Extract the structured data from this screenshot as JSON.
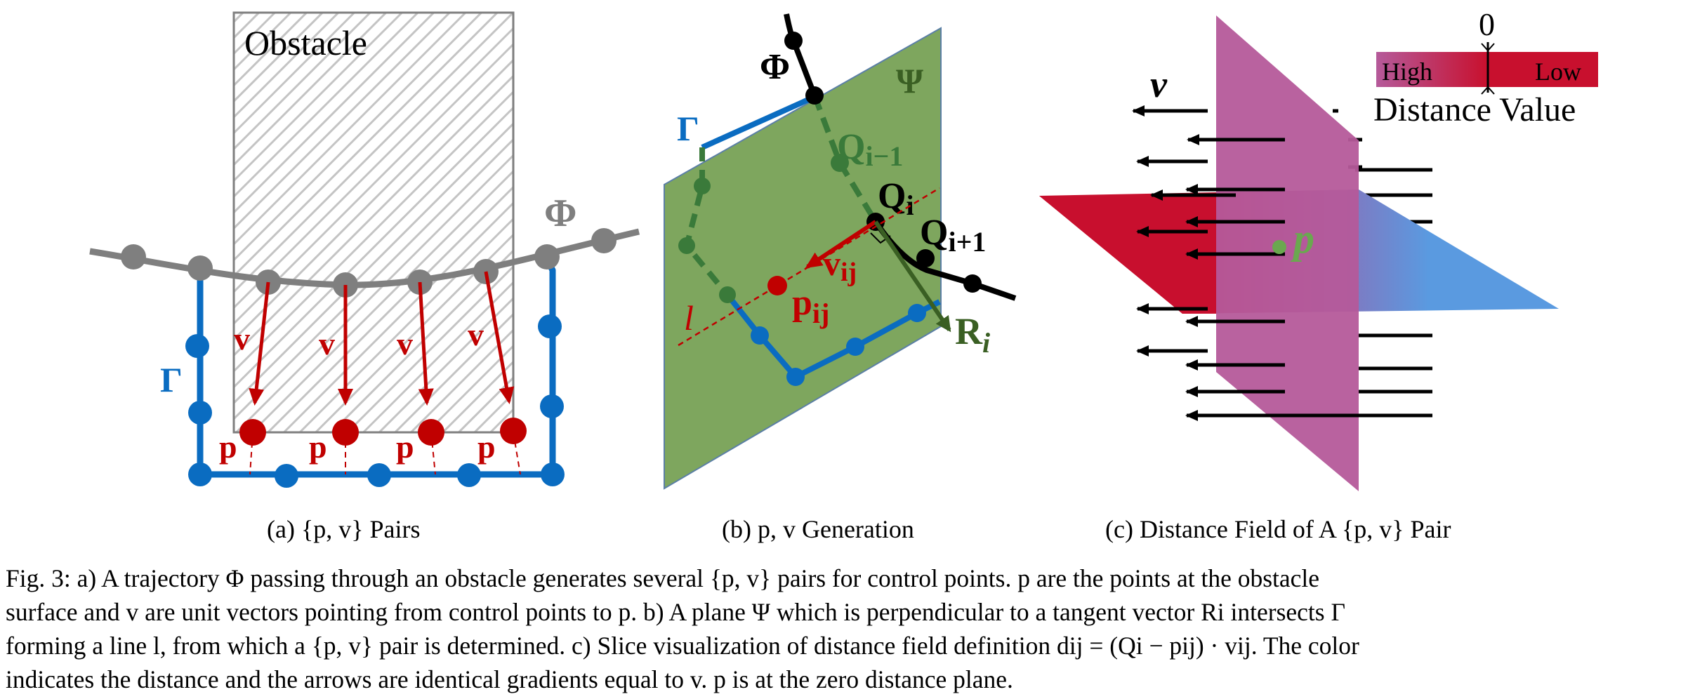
{
  "figure": {
    "panel_a": {
      "obstacle_label": "Obstacle",
      "phi_label": "Φ",
      "gamma_label": "Γ",
      "v_label": "v",
      "p_label": "p",
      "caption": "(a) {p, v} Pairs"
    },
    "panel_b": {
      "phi_label": "Φ",
      "psi_label": "Ψ",
      "gamma_label": "Γ",
      "q_prev_label": "Qi−1",
      "q_label": "Qi",
      "q_next_label": "Qi+1",
      "v_label": "vij",
      "p_label": "pij",
      "l_label": "l",
      "r_label": "Ri",
      "caption": "(b) p, v Generation"
    },
    "panel_c": {
      "v_label": "v",
      "p_label": "p",
      "legend_zero": "0",
      "legend_high": "High",
      "legend_low": "Low",
      "legend_title": "Distance Value",
      "caption": "(c) Distance Field of A {p, v} Pair"
    },
    "colors": {
      "trajectory_gray": "#7f7f7f",
      "gamma_blue": "#0a6cc1",
      "p_red": "#c00000",
      "plane_green": "#6a9a4a",
      "dark_green": "#3a5f23",
      "magenta": "#b55a9a",
      "high_red": "#c8102e",
      "low_blue": "#4a90d9"
    }
  },
  "caption": {
    "line1": "Fig. 3: a) A trajectory Φ passing through an obstacle generates several {p, v} pairs for control points. p are the points at the obstacle",
    "line2": "surface and v are unit vectors pointing from control points to p. b) A plane Ψ which is perpendicular to a tangent vector Ri intersects Γ",
    "line3": "forming a line l, from which a {p, v} pair is determined. c) Slice visualization of distance field definition dij = (Qi − pij) · vij. The color",
    "line4": "indicates the distance and the arrows are identical gradients equal to v. p is at the zero distance plane."
  }
}
